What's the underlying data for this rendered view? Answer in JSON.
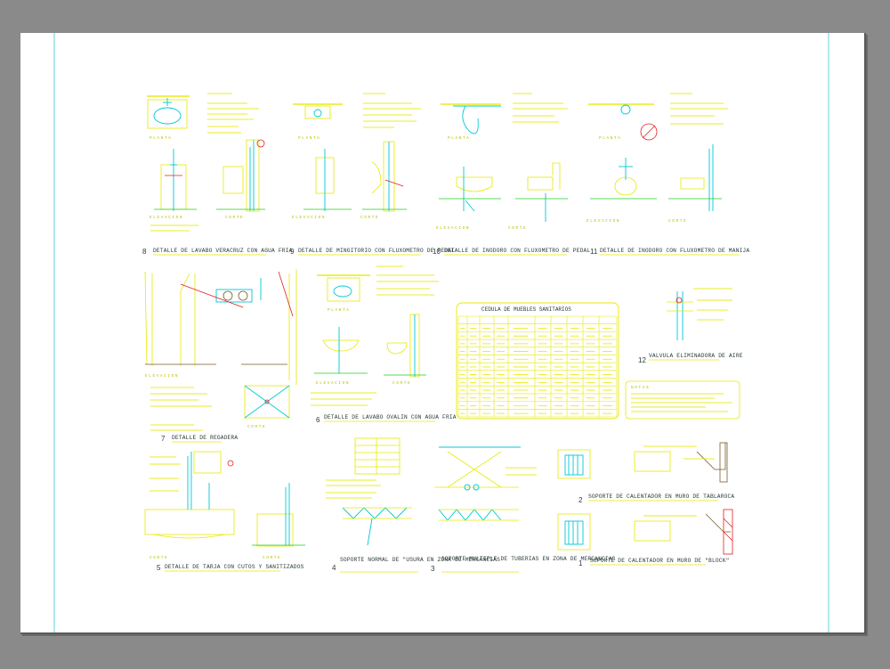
{
  "sheet": {
    "name": "plano-detalles-sanitarios"
  },
  "colors": {
    "background": "#8a8a8a",
    "sheet": "#ffffff",
    "yellow": "#e6ea00",
    "cyan": "#00c8d8",
    "green": "#22cc22",
    "red": "#e02020",
    "magenta": "#d040d0"
  },
  "details": [
    {
      "num": "8",
      "title": "DETALLE DE LAVABO VERACRUZ CON AGUA FRIA"
    },
    {
      "num": "9",
      "title": "DETALLE DE MINGITORIO CON FLUXOMETRO DE PEDAL"
    },
    {
      "num": "10",
      "title": "DETALLE DE INODORO CON FLUXOMETRO DE PEDAL"
    },
    {
      "num": "11",
      "title": "DETALLE DE INODORO CON FLUXOMETRO DE MANIJA"
    },
    {
      "num": "7",
      "title": "DETALLE DE REGADERA"
    },
    {
      "num": "6",
      "title": "DETALLE DE LAVABO OVALIN CON AGUA FRIA"
    },
    {
      "num": "12",
      "title": "VALVULA ELIMINADORA DE AIRE"
    },
    {
      "num": "5",
      "title": "DETALLE DE TARJA CON CUTOS Y SANITIZADOS"
    },
    {
      "num": "4",
      "title": "SOPORTE NORMAL DE \"USURA EN ZONA DE MERCANCIAS"
    },
    {
      "num": "3",
      "title": "SOPORTE MULTIPLE DE TUBERIAS EN ZONA DE MERCANCIAS"
    },
    {
      "num": "2",
      "title": "SOPORTE DE CALENTADOR EN MURO DE TABLAROCA"
    },
    {
      "num": "1",
      "title": "SOPORTE DE CALENTADOR EN MURO DE \"BLOCK\""
    }
  ],
  "views": {
    "planta": "PLANTA",
    "elevacion": "ELEVACION",
    "corte": "CORTE"
  },
  "table": {
    "title": "CEDULA DE MUEBLES SANITARIOS",
    "rows": 13,
    "cols": 10
  },
  "notes": {
    "title": "NOTAS"
  }
}
